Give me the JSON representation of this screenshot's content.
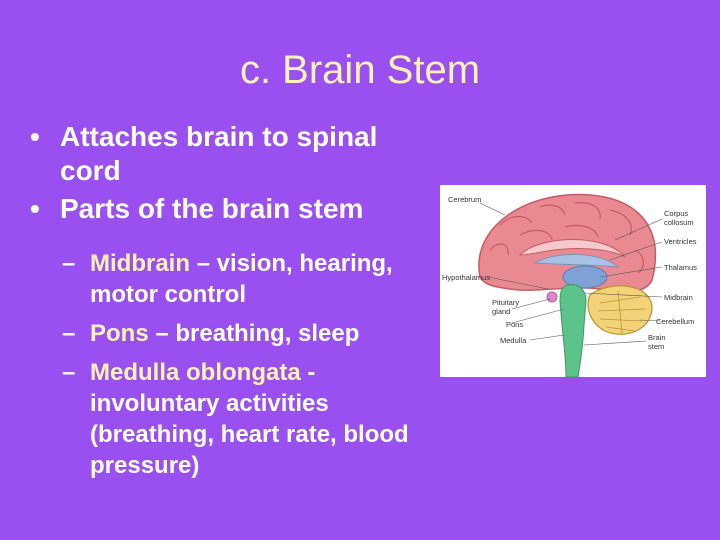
{
  "title": "c. Brain Stem",
  "bullets": [
    {
      "marker": "•",
      "text": "Attaches brain to spinal cord"
    },
    {
      "marker": "•",
      "text": "Parts of the brain stem"
    }
  ],
  "sub_bullets": [
    {
      "marker": "–",
      "term": "Midbrain",
      "rest": " – vision, hearing, motor control"
    },
    {
      "marker": "–",
      "term": "Pons",
      "rest": " – breathing, sleep"
    },
    {
      "marker": "–",
      "term": "Medulla oblongata",
      "rest": " - involuntary activities (breathing, heart rate, blood pressure)"
    }
  ],
  "diagram": {
    "labels": {
      "cerebrum": "Cerebrum",
      "corpus_1": "Corpus",
      "corpus_2": "collosum",
      "ventricles": "Ventricles",
      "thalamus": "Thalamus",
      "hypothalamus": "Hypothalamus",
      "midbrain": "Midbrain",
      "pituitary_1": "Pituitary",
      "pituitary_2": "gland",
      "pons": "Pons",
      "cerebellum": "Cerebellum",
      "medulla": "Medulla",
      "brainstem_1": "Brain",
      "brainstem_2": "stem"
    }
  }
}
